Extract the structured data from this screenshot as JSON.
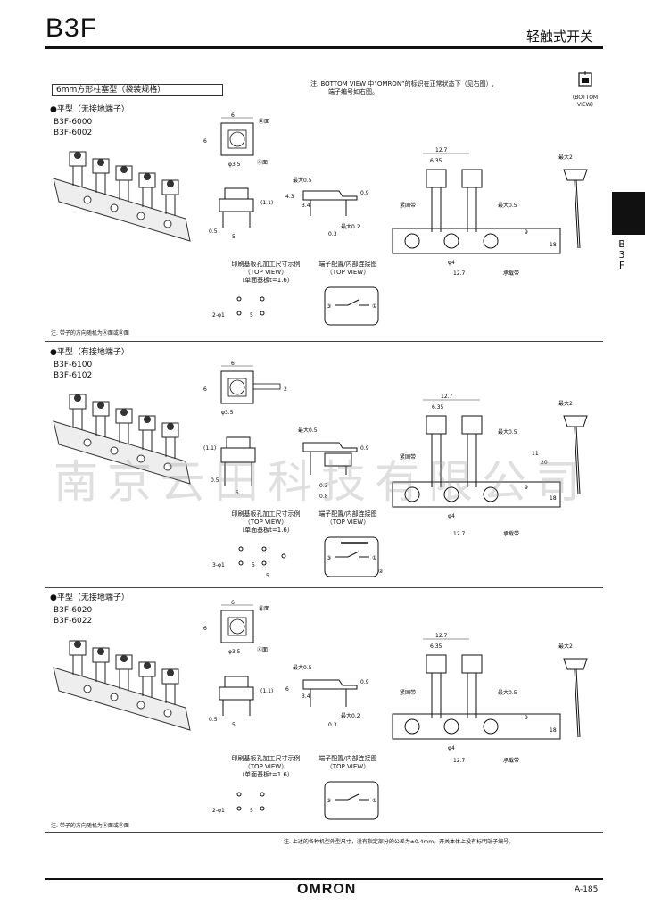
{
  "header": {
    "model": "B3F",
    "category": "轻触式开关"
  },
  "section_title": "6mm方形柱塞型（袋装规格）",
  "top_note": {
    "line1": "注.  BOTTOM VIEW 中“OMRON”的标识在正常状态下（见右图）,",
    "line2": "端子编号如右图。",
    "icon_label": "(BOTTOM VIEW)"
  },
  "side_tab": {
    "chars": [
      "B",
      "3",
      "F"
    ]
  },
  "sections": [
    {
      "type": "●平型（无接地端子）",
      "models": [
        "B3F-6000",
        "B3F-6002"
      ],
      "pcb_title": "印刷基板孔加工尺寸示例",
      "pcb_view": "（TOP VIEW）",
      "pcb_board": "（单面基板t=1.6）",
      "conn_title": "端子配置/内部连接图",
      "conn_view": "（TOP VIEW）",
      "note": "注. 带子的方向随机为Ⓐ面或Ⓑ面"
    },
    {
      "type": "●平型（有接地端子）",
      "models": [
        "B3F-6100",
        "B3F-6102"
      ],
      "pcb_title": "印刷基板孔加工尺寸示例",
      "pcb_view": "（TOP VIEW）",
      "pcb_board": "（单面基板t=1.6）",
      "conn_title": "端子配置/内部连接图",
      "conn_view": "（TOP VIEW）",
      "note": ""
    },
    {
      "type": "●平型（无接地端子）",
      "models": [
        "B3F-6020",
        "B3F-6022"
      ],
      "pcb_title": "印刷基板孔加工尺寸示例",
      "pcb_view": "（TOP VIEW）",
      "pcb_board": "（单面基板t=1.6）",
      "conn_title": "端子配置/内部连接图",
      "conn_view": "（TOP VIEW）",
      "note": "注. 带子的方向随机为Ⓐ面或Ⓑ面"
    }
  ],
  "dims": {
    "six": "6",
    "phi35": "φ3.5",
    "face_b": "Ⓑ面",
    "face_a": "Ⓐ面",
    "d43": "4.3",
    "d34": "3.4",
    "max05": "最大0.5",
    "max02": "最大0.2",
    "d09": "0.9",
    "d03": "0.3",
    "d08": "0.8",
    "d11": "(1.1)",
    "d05": "0.5",
    "d5": "5",
    "d127": "12.7",
    "d635": "6.35",
    "fix_band": "紧固带",
    "carrier": "承载带",
    "phi4": "φ4",
    "max2": "最大2",
    "d18": "18",
    "d9": "9",
    "d11b": "11",
    "d20": "20",
    "d2": "2",
    "hole2": "2-φ1",
    "hole3": "3-φ1",
    "pin1": "①",
    "pin2": "②",
    "pin3": "③",
    "pin4": "④"
  },
  "footer": {
    "note": "注. 上述的各种机型外型尺寸，没有指定部分的公差为±0.4mm。开关本体上没有标明端子编号。",
    "brand": "OMRON",
    "page": "A-185"
  },
  "watermark": "南京云田科技有限公司"
}
